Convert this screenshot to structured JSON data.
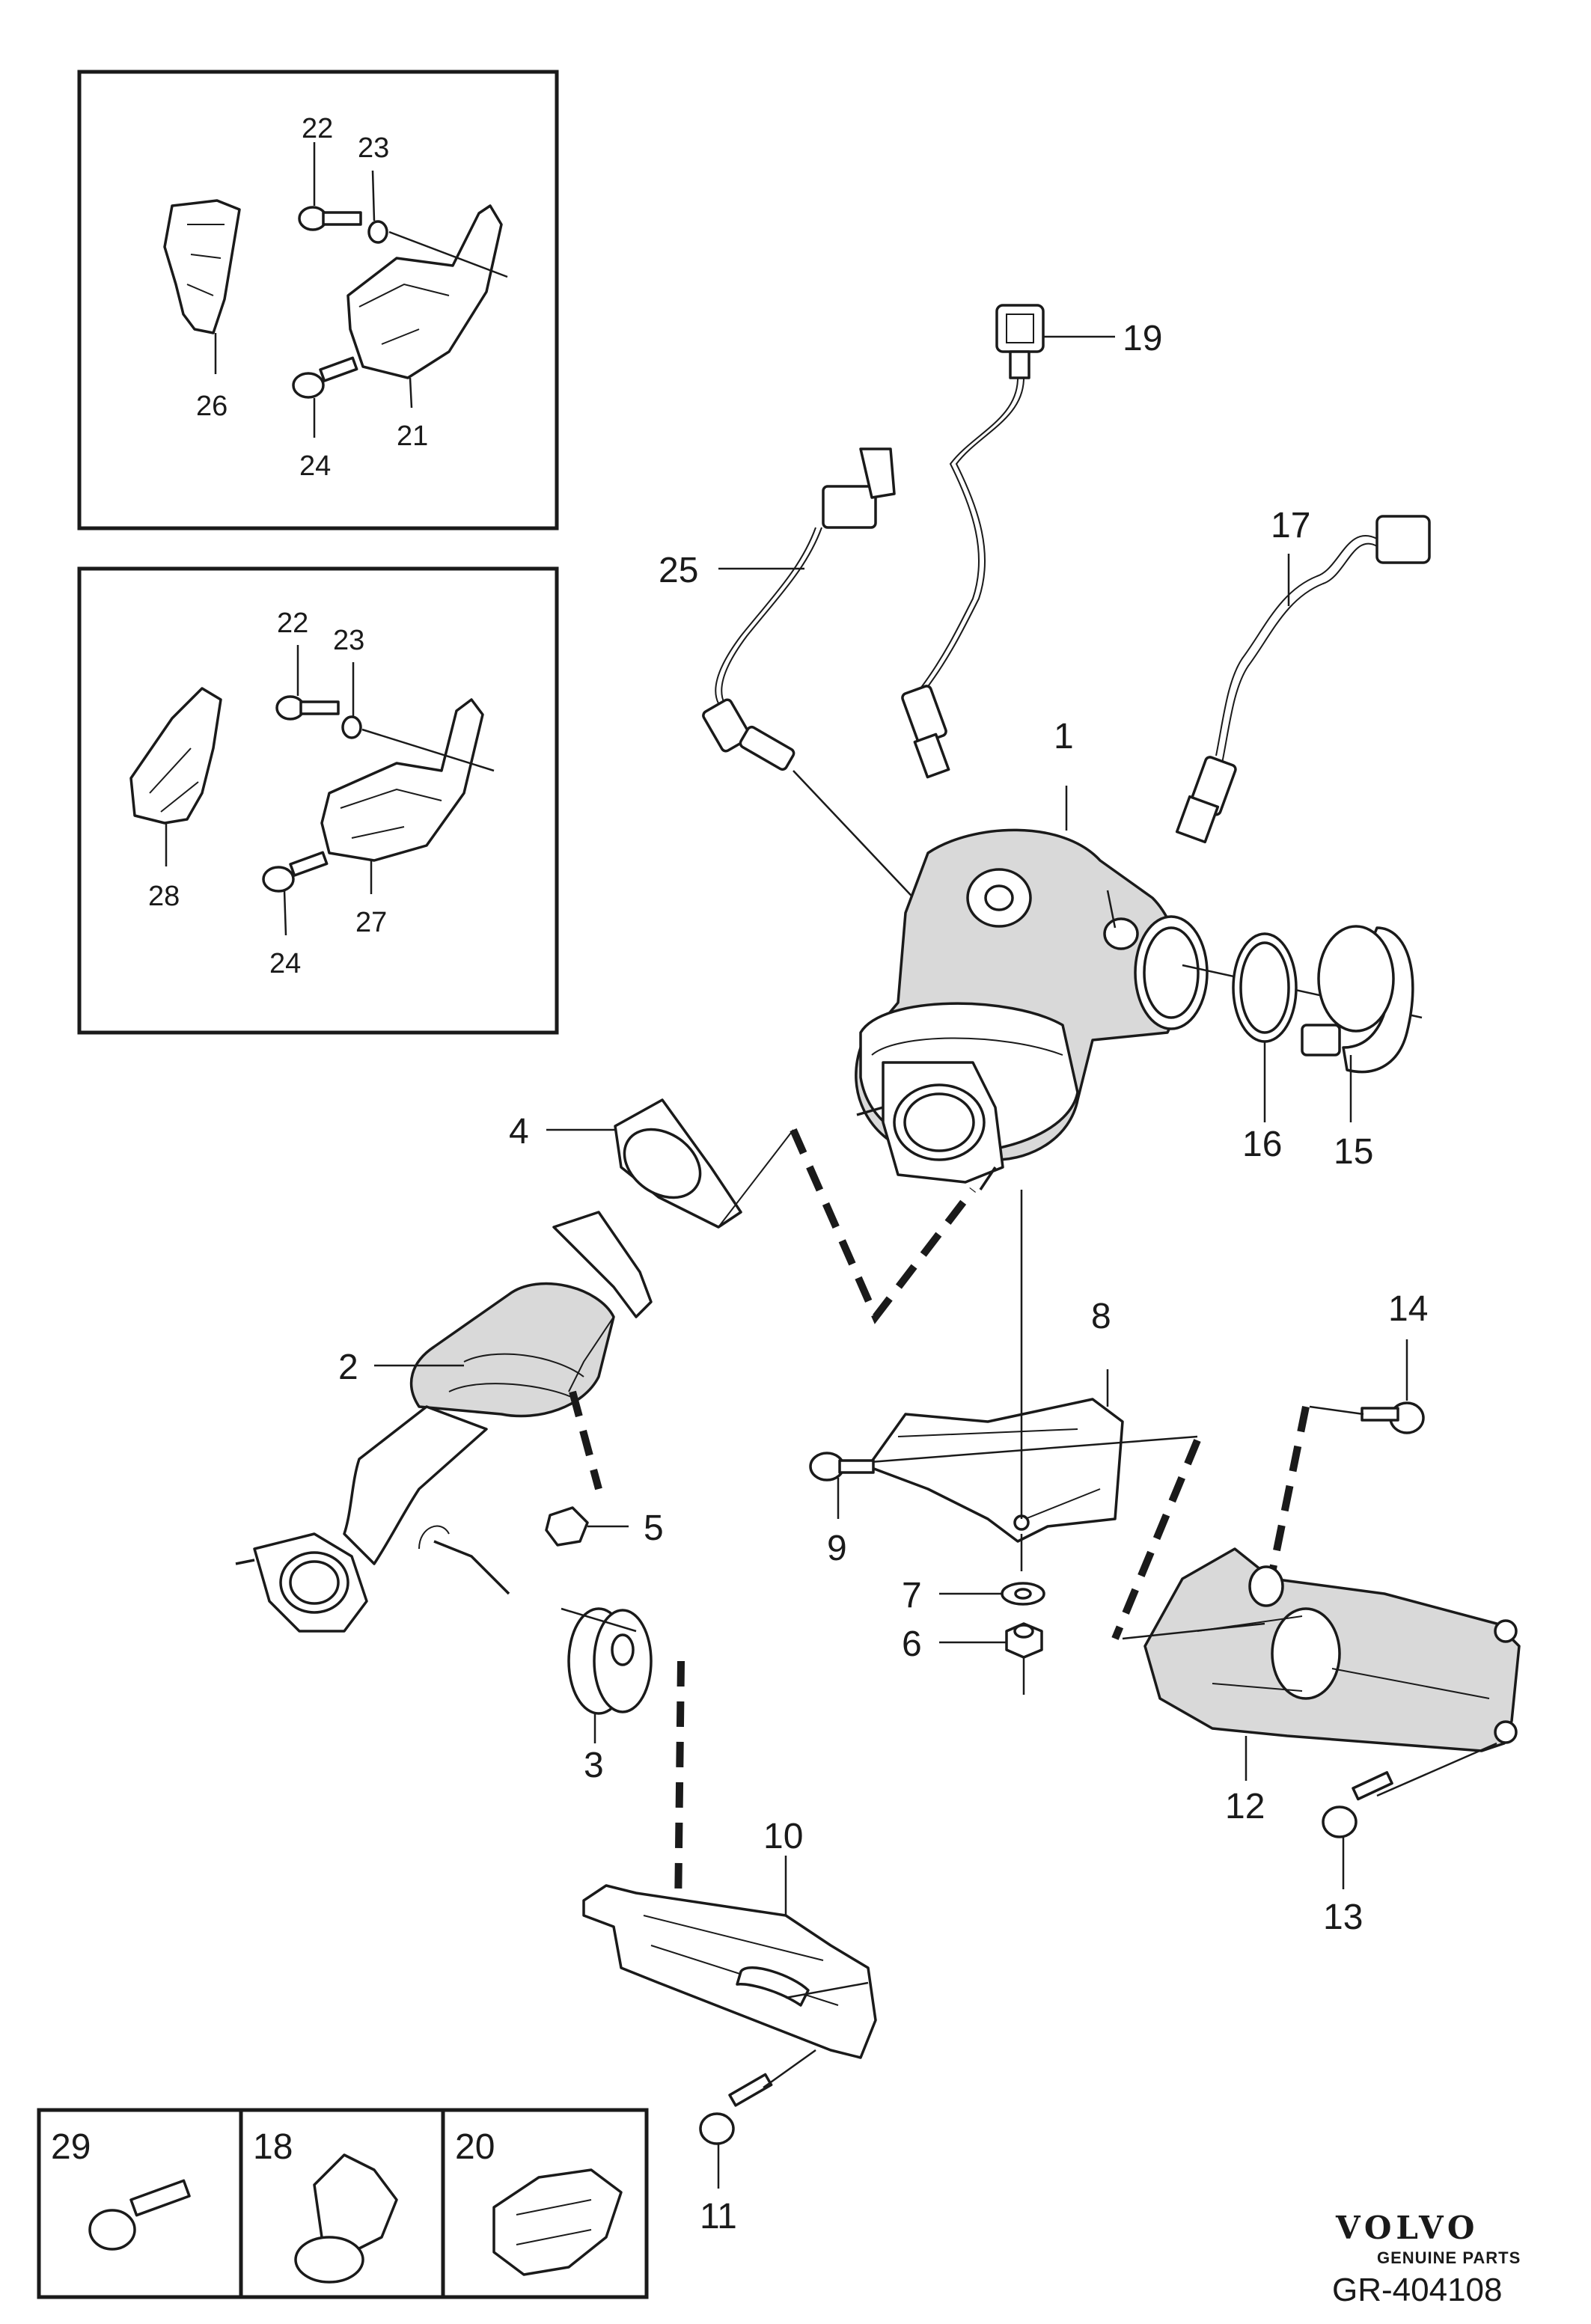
{
  "callouts": {
    "c1": "1",
    "c2": "2",
    "c3": "3",
    "c4": "4",
    "c5": "5",
    "c6": "6",
    "c7": "7",
    "c8": "8",
    "c9": "9",
    "c10": "10",
    "c11": "11",
    "c12": "12",
    "c13": "13",
    "c14": "14",
    "c15": "15",
    "c16": "16",
    "c17": "17",
    "c19": "19",
    "c25": "25"
  },
  "inset_top": {
    "a": "22",
    "b": "23",
    "c": "26",
    "d": "21",
    "e": "24"
  },
  "inset_mid": {
    "a": "22",
    "b": "23",
    "c": "28",
    "d": "27",
    "e": "24"
  },
  "bottom_boxes": {
    "box1": "29",
    "box2": "18",
    "box3": "20"
  },
  "brand": {
    "name": "VOLVO",
    "tagline": "GENUINE PARTS",
    "reference": "GR-404108"
  }
}
